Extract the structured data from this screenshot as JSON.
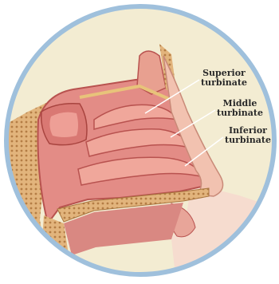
{
  "labels": {
    "superior": {
      "line1": "Superior",
      "line2": "turbinate"
    },
    "middle": {
      "line1": "Middle",
      "line2": "turbinate"
    },
    "inferior": {
      "line1": "Inferior",
      "line2": "turbinate"
    }
  },
  "colors": {
    "background": "#ffffff",
    "circle_fill": "#f3ecd2",
    "circle_rim": "#9fc0dc",
    "tissue": "#e38c86",
    "tissue_dark": "#b8524f",
    "tissue_light": "#f2b9ad",
    "bone": "#d8a86e",
    "skin": "#f0c9b6",
    "label_text": "#2a2a2a",
    "leader_line": "#ffffff"
  }
}
